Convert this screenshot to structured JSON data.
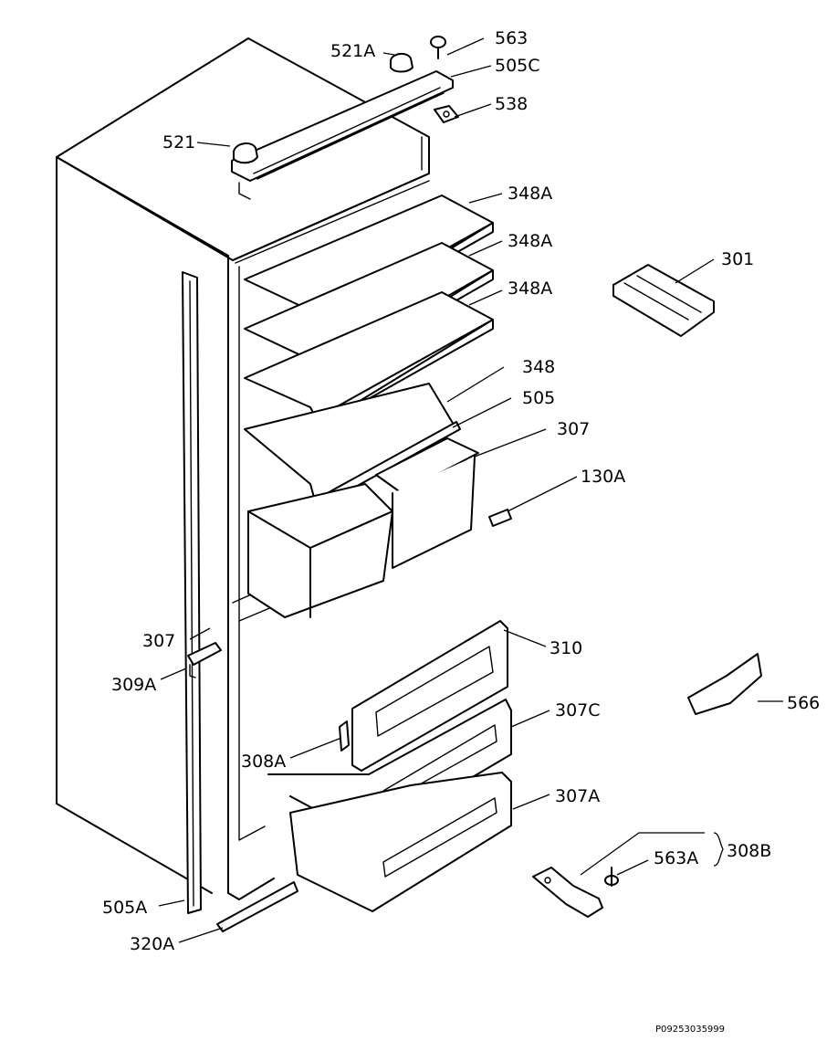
{
  "labels": {
    "p563": "563",
    "p521a": "521A",
    "p505c": "505C",
    "p538": "538",
    "p521": "521",
    "p348a_1": "348A",
    "p348a_2": "348A",
    "p348a_3": "348A",
    "p301": "301",
    "p348": "348",
    "p505": "505",
    "p307_right": "307",
    "p130a": "130A",
    "p307_left": "307",
    "p310": "310",
    "p309a": "309A",
    "p307c": "307C",
    "p566": "566",
    "p308a": "308A",
    "p307a": "307A",
    "p308b": "308B",
    "p563a": "563A",
    "p505a": "505A",
    "p320a": "320A"
  },
  "document_code": "P09253035999",
  "colors": {
    "line": "#000000",
    "background": "#ffffff"
  }
}
